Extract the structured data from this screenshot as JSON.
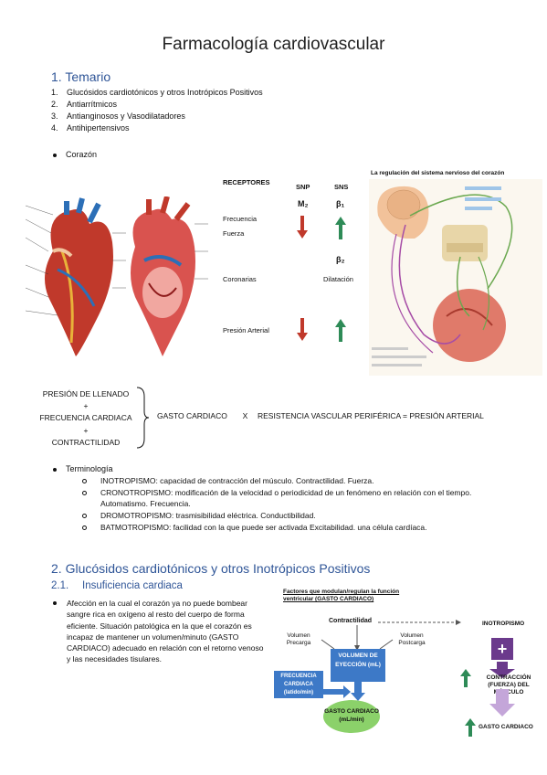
{
  "title": "Farmacología cardiovascular",
  "section1": {
    "heading": "1. Temario",
    "items": [
      {
        "num": "1.",
        "text": "Glucósidos cardiotónicos y otros Inotrópicos Positivos"
      },
      {
        "num": "2.",
        "text": "Antiarrítmicos"
      },
      {
        "num": "3.",
        "text": "Antianginosos y Vasodilatadores"
      },
      {
        "num": "4.",
        "text": "Antihipertensivos"
      }
    ],
    "bullet_corazon": "Corazón"
  },
  "receptors": {
    "header": "RECEPTORES",
    "col_snp": "SNP",
    "col_sns": "SNS",
    "m2": "M₂",
    "b1": "β₁",
    "b2": "β₂",
    "frecuencia": "Frecuencia",
    "fuerza": "Fuerza",
    "coronarias": "Coronarias",
    "dilatacion": "Dilatación",
    "presion": "Presión Arterial",
    "arrow_down_color": "#c0392b",
    "arrow_up_color": "#2e8b57"
  },
  "nervous": {
    "title": "La regulación del sistema nervioso del corazón"
  },
  "equation": {
    "line1": "PRESIÓN DE LLENADO",
    "plus1": "+",
    "line2": "FRECUENCIA CARDIACA",
    "plus2": "+",
    "line3": "CONTRACTILIDAD",
    "result": "GASTO CARDIACO",
    "times": "X",
    "rhs": "RESISTENCIA VASCULAR PERIFÉRICA = PRESIÓN ARTERIAL"
  },
  "terminologia": {
    "label": "Terminología",
    "items": [
      {
        "term": "INOTROPISMO",
        "text": ": capacidad de contracción del músculo. Contractilidad. Fuerza."
      },
      {
        "term": "CRONOTROPISMO",
        "text": ": modificación de la velocidad o periodicidad de un fenómeno en relación con el tiempo. Automatismo. Frecuencia."
      },
      {
        "term": "DROMOTROPISMO",
        "text": ": trasmisibilidad eléctrica. Conductibilidad."
      },
      {
        "term": "BATMOTROPISMO",
        "text": ": facilidad con la que puede ser activada Excitabilidad. una célula cardíaca."
      }
    ]
  },
  "section2": {
    "heading": "2. Glucósidos cardiotónicos y otros Inotrópicos Positivos",
    "sub": "2.1.",
    "sub_title": "Insuficiencia cardiaca",
    "paragraph": "Afección en la cual el corazón ya no puede bombear sangre rica en oxígeno al resto del cuerpo de forma eficiente. Situación patológica en la que el corazón es incapaz de mantener un volumen/minuto (GASTO CARDIACO) adecuado en relación con el retorno venoso y las necesidades tisulares."
  },
  "flow": {
    "title": "Factores que modulan/regulan la función ventricular (GASTO CARDIACO)",
    "contractilidad": "Contractilidad",
    "precarga": "Volumen Precarga",
    "postcarga": "Volumen Postcarga",
    "volumen": "VOLUMEN DE EYECCIÓN (mL)",
    "frecuencia": "FRECUENCIA CARDIACA (latido/min)",
    "gasto": "GASTO CARDIACO (mL/min)",
    "inotropismo": "INOTROPISMO",
    "contraccion": "CONTRACCIÓN (FUERZA) DEL MÚSCULO",
    "gasto2": "GASTO CARDIACO"
  }
}
